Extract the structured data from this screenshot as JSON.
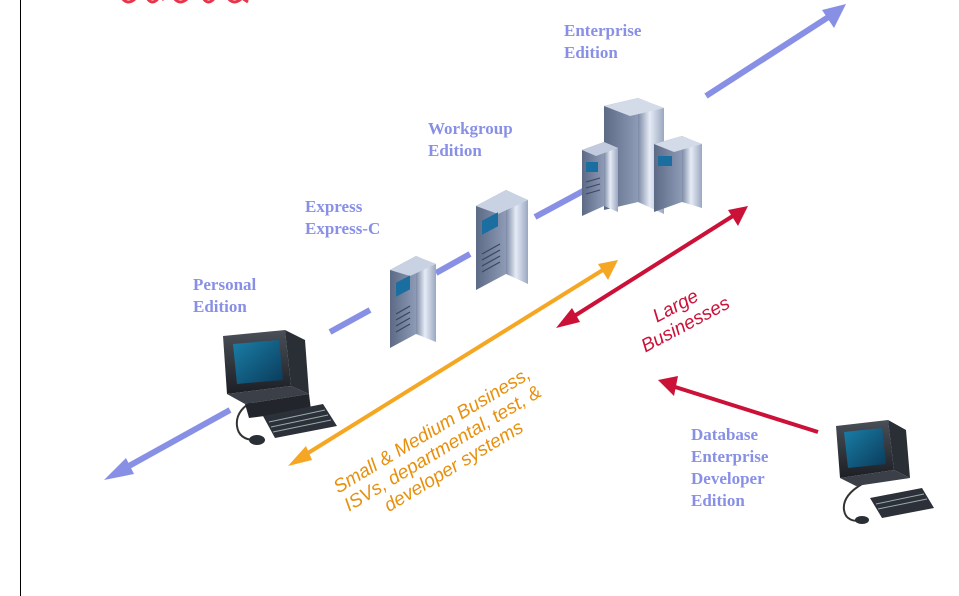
{
  "colors": {
    "label": "#8890e6",
    "axis": "#8890e6",
    "orange": "#f5a623",
    "red": "#cc1138",
    "title_red": "#e8344a"
  },
  "editions": {
    "personal": {
      "line1": "Personal",
      "line2": "Edition"
    },
    "express": {
      "line1": "Express",
      "line2": "Express-C"
    },
    "workgroup": {
      "line1": "Workgroup",
      "line2": "Edition"
    },
    "enterprise": {
      "line1": "Enterprise",
      "line2": "Edition"
    },
    "developer": {
      "line1": "Database",
      "line2": "Enterprise",
      "line3": "Developer",
      "line4": "Edition"
    }
  },
  "segments": {
    "large": {
      "line1": "Large",
      "line2": "Businesses"
    },
    "small": {
      "line1": "Small & Medium Business,",
      "line2": "ISVs, departmental, test, &",
      "line3": "developer systems"
    }
  },
  "icons": {
    "personal_pc": "desktop-computer-icon",
    "express_server": "tower-server-icon",
    "workgroup_server": "tower-server-icon",
    "enterprise_servers": "server-cluster-icon",
    "developer_pc": "desktop-computer-icon"
  }
}
